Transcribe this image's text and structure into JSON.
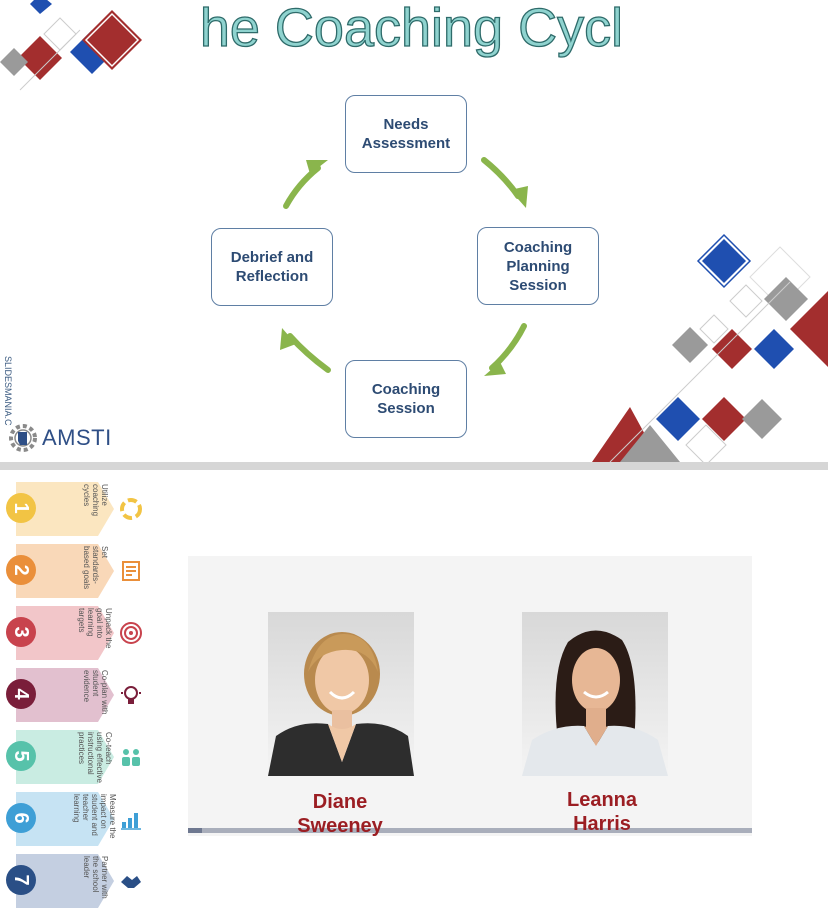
{
  "slide1": {
    "title": "The Coaching Cycle",
    "cycle": {
      "needs": "Needs\nAssessment",
      "planning": "Coaching\nPlanning\nSession",
      "session": "Coaching\nSession",
      "debrief": "Debrief and\nReflection"
    },
    "watermark": "SLIDESMANIA.COM",
    "logo": "AMSTI",
    "colors": {
      "title_fill": "#8fd3cf",
      "box_border": "#5f7fa4",
      "arrow": "#8ab54c",
      "red": "#a32e2e",
      "blue": "#1f4fb0",
      "gray": "#9a9a9a"
    }
  },
  "slide2": {
    "steps": [
      {
        "num": "1",
        "text": [
          "Utilize",
          "coaching",
          "cycles"
        ],
        "color": "#f2c444",
        "bg": "#fbe6c0",
        "icon": "cycle-icon"
      },
      {
        "num": "2",
        "text": [
          "Set",
          "standards-",
          "based goals"
        ],
        "color": "#ea8f3a",
        "bg": "#f9d8b8",
        "icon": "checklist-icon"
      },
      {
        "num": "3",
        "text": [
          "Unpack the",
          "goal into",
          "learning",
          "targets"
        ],
        "color": "#c8434d",
        "bg": "#f2c6c9",
        "icon": "target-icon"
      },
      {
        "num": "4",
        "text": [
          "Co-plan with",
          "student",
          "evidence"
        ],
        "color": "#7a1e3a",
        "bg": "#e2c0cf",
        "icon": "lightbulb-icon"
      },
      {
        "num": "5",
        "text": [
          "Co-teach",
          "using effective",
          "instructional",
          "practices"
        ],
        "color": "#57c2aa",
        "bg": "#c9ece2",
        "icon": "people-icon"
      },
      {
        "num": "6",
        "text": [
          "Measure the",
          "impact on",
          "student and",
          "teacher",
          "learning"
        ],
        "color": "#3e9fd6",
        "bg": "#c6e3f3",
        "icon": "chart-icon"
      },
      {
        "num": "7",
        "text": [
          "Partner with",
          "the school",
          "leader"
        ],
        "color": "#2a4f86",
        "bg": "#c4cfe1",
        "icon": "handshake-icon"
      }
    ],
    "people": [
      {
        "name": "Diane\nSweeney"
      },
      {
        "name": "Leanna\nHarris"
      }
    ]
  }
}
